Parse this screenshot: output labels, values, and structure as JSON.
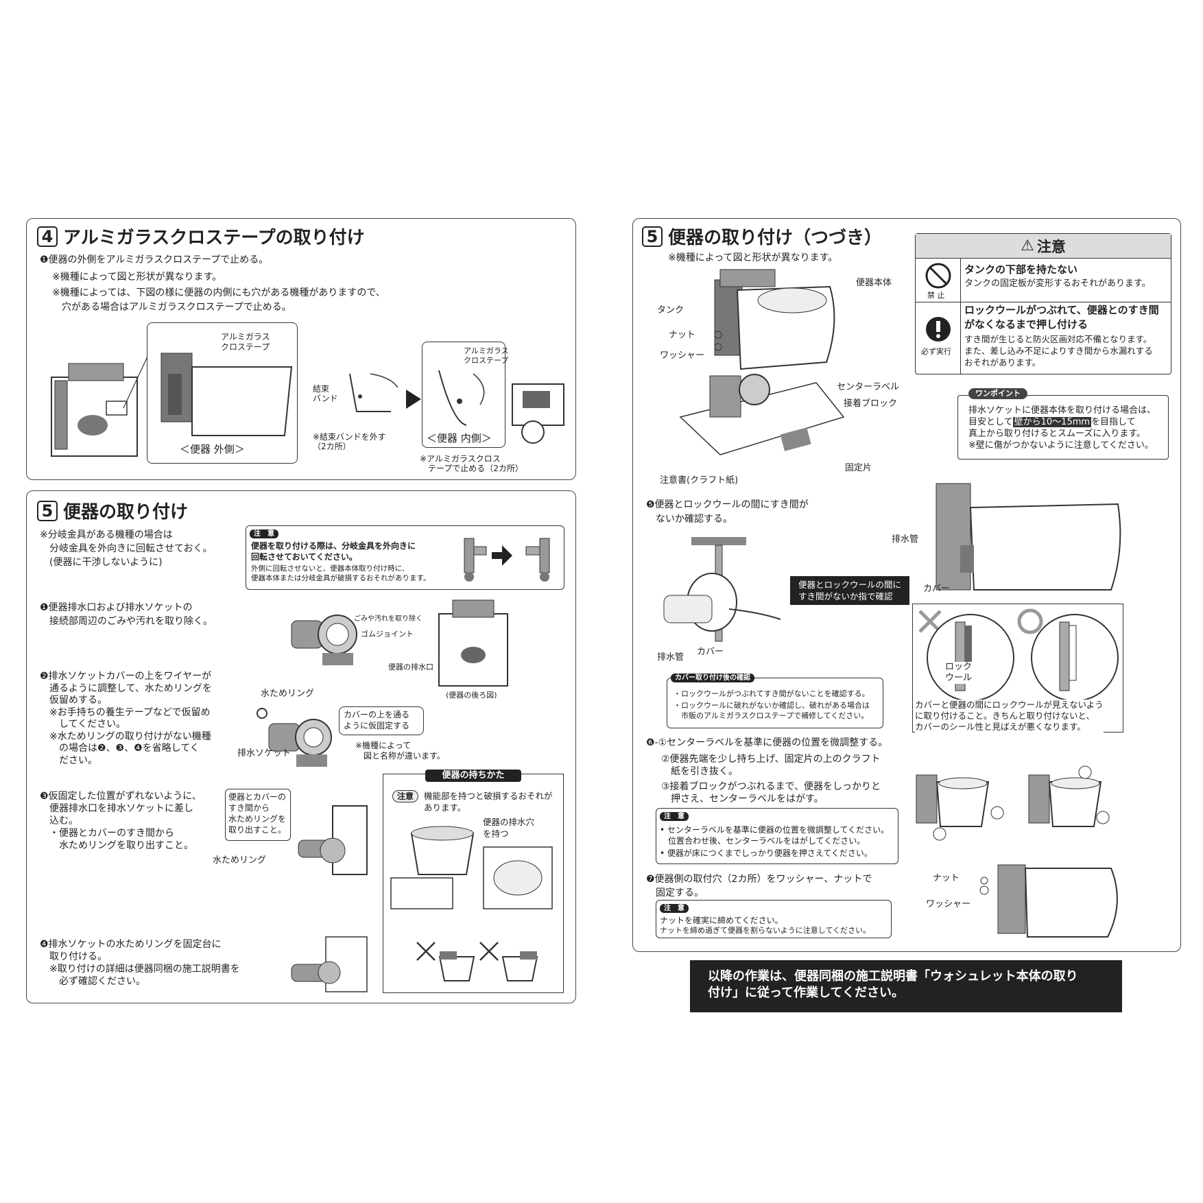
{
  "sec4": {
    "num": "4",
    "title": "アルミガラスクロステープの取り付け",
    "step1": "❶便器の外側をアルミガラスクロステープで止める。",
    "note1": "※機種によって図と形状が異なります。",
    "note2": "※機種によっては、下図の様に便器の内側にも穴がある機種がありますので、\n　穴がある場合はアルミガラスクロステープで止める。",
    "label_tape1": "アルミガラス\nクロステープ",
    "caption_outer": "＜便器 外側＞",
    "label_band": "結束\nバンド",
    "note_band": "※結束バンドを外す\n（2カ所）",
    "label_tape2": "アルミガラス\nクロステープ",
    "caption_inner": "＜便器 内側＞",
    "note_inner": "※アルミガラスクロス\n　テープで止める（2カ所）"
  },
  "sec5": {
    "num": "5",
    "title": "便器の取り付け",
    "intro": "※分岐金具がある機種の場合は\n　分岐金具を外向きに回転させておく。\n　(便器に干渉しないように)",
    "caution_tag": "注　意",
    "caution_bold": "便器を取り付ける際は、分岐金具を外向きに\n回転させておいてください。",
    "caution_small": "外側に回転させないと、便器本体取り付け時に、\n便器本体または分岐金具が破損するおそれがあります。",
    "step1": "❶便器排水口および排水ソケットの\n　接続部周辺のごみや汚れを取り除く。",
    "label_dirt": "ごみや汚れを取り除く",
    "label_gum": "ゴムジョイント",
    "label_drain": "便器の排水口",
    "caption_back": "(便器の後ろ図)",
    "step2": "❷排水ソケットカバーの上をワイヤーが\n　通るように調整して、水ためリングを\n　仮留めする。\n　※お手持ちの養生テープなどで仮留め\n　　してください。\n　※水ためリングの取り付けがない機種\n　　の場合は❷、❸、❹を省略してく\n　　ださい。",
    "label_ring": "水ためリング",
    "label_socket": "排水ソケット",
    "callout_cover": "カバーの上を通る\nように仮固定する",
    "note_model": "※機種によって\n　図と名称が違います。",
    "step3": "❸仮固定した位置がずれないように、\n　便器排水口を排水ソケットに差し\n　込む。\n　・便器とカバーのすき間から\n　　水ためリングを取り出すこと。",
    "callout_gap": "便器とカバーの\nすき間から\n水ためリングを\n取り出すこと。",
    "label_ring2": "水ためリング",
    "hold_title": "便器の持ちかた",
    "hold_caution_tag": "注意",
    "hold_caution": "機能部を持つと破損するおそれが\nあります。",
    "hold_label": "便器の排水穴\nを持つ",
    "step4": "❹排水ソケットの水ためリングを固定台に\n　取り付ける。\n　※取り付けの詳細は便器同梱の施工説明書を\n　　必ず確認ください。"
  },
  "sec5b": {
    "num": "5",
    "title": "便器の取り付け（つづき）",
    "note": "※機種によって図と形状が異なります。",
    "label_body": "便器本体",
    "label_tank": "タンク",
    "label_nut": "ナット",
    "label_washer": "ワッシャー",
    "label_center": "センターラベル",
    "label_block": "接着ブロック",
    "label_fixed": "固定片",
    "label_kraft": "注意書(クラフト紙)",
    "caution_title": "注意",
    "prohibit_label": "禁 止",
    "prohibit_bold": "タンクの下部を持たない",
    "prohibit_text": "タンクの固定板が変形するおそれがあります。",
    "must_label": "必ず実行",
    "must_bold": "ロックウールがつぶれて、便器とのすき間\nがなくなるまで押し付ける",
    "must_text": "すき間が生じると防火区画対応不備となります。\nまた、差し込み不足によりすき間から水漏れする\nおそれがあります。",
    "onepoint_tag": "ワンポイント",
    "onepoint_1": "排水ソケットに便器本体を取り付ける場合は、",
    "onepoint_2a": "目安として",
    "onepoint_2b": "壁から10～15mm",
    "onepoint_2c": "を目指して",
    "onepoint_3": "真上から取り付けるとスムーズに入ります。",
    "onepoint_4": "※壁に傷がつかないように注意してください。",
    "step5": "❺便器とロックウールの間にすき間が\n　ないか確認する。",
    "callout_check": "便器とロックウールの間に\nすき間がないか指で確認",
    "label_pipe1": "排水管",
    "label_cover1": "カバー",
    "label_pipe2": "排水管",
    "label_cover2": "カバー",
    "check_tag": "カバー取り付け後の確認",
    "check_1": "・ロックウールがつぶれてすき間がないことを確認する。",
    "check_2": "・ロックウールに破れがないか確認し、破れがある場合は\n　市販のアルミガラスクロステープで補修してください。",
    "label_rockwool": "ロック\nウール",
    "circle_note": "カバーと便器の間にロックウールが見えないよう\nに取り付けること。きちんと取り付けないと、\nカバーのシール性と見ばえが悪くなります。",
    "step6_1": "❻-①センターラベルを基準に便器の位置を微調整する。",
    "step6_2": "②便器先端を少し持ち上げ、固定片の上のクラフト\n　紙を引き抜く。",
    "step6_3": "③接着ブロックがつぶれるまで、便器をしっかりと\n　押さえ、センターラベルをはがす。",
    "caution6_tag": "注　意",
    "caution6_1": "• センターラベルを基準に便器の位置を微調整してください。\n　位置合わせ後、センターラベルをはがしてください。",
    "caution6_2": "• 便器が床につくまでしっかり便器を押さえてください。",
    "step7": "❼便器側の取付穴（2カ所）をワッシャー、ナットで\n　固定する。",
    "caution7_tag": "注　意",
    "caution7_bold": "ナットを確実に締めてください。",
    "caution7_small": "ナットを締め過ぎて便器を割らないように注意してください。",
    "label_nut2": "ナット",
    "label_washer2": "ワッシャー",
    "final_notice": "以降の作業は、便器同梱の施工説明書「ウォシュレット本体の取り\n付け」に従って作業してください。"
  }
}
